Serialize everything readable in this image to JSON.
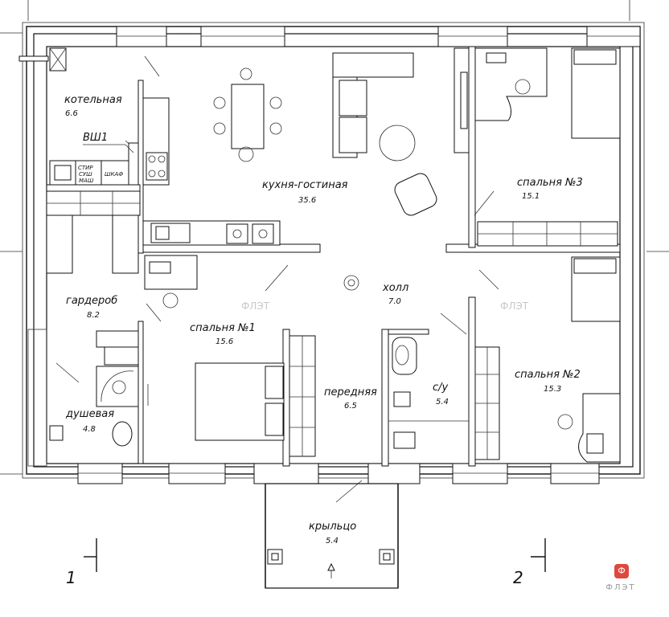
{
  "rooms": [
    {
      "id": "kotelnaya",
      "name": "котельная",
      "area": "6.6"
    },
    {
      "id": "kuhnya",
      "name": "кухня-гостиная",
      "area": "35.6"
    },
    {
      "id": "spalnya3",
      "name": "спальня №3",
      "area": "15.1"
    },
    {
      "id": "garderob",
      "name": "гардероб",
      "area": "8.2"
    },
    {
      "id": "spalnya1",
      "name": "спальня №1",
      "area": "15.6"
    },
    {
      "id": "holl",
      "name": "холл",
      "area": "7.0"
    },
    {
      "id": "perednyaya",
      "name": "передняя",
      "area": "6.5"
    },
    {
      "id": "su",
      "name": "с/у",
      "area": "5.4"
    },
    {
      "id": "spalnya2",
      "name": "спальня №2",
      "area": "15.3"
    },
    {
      "id": "dushevaya",
      "name": "душевая",
      "area": "4.8"
    },
    {
      "id": "kryltso",
      "name": "крыльцо",
      "area": "5.4"
    }
  ],
  "labels": {
    "panel": "ВШ1",
    "appliance_1": "СТИР",
    "appliance_2": "СУШ",
    "appliance_3": "МАШ",
    "appliance_4": "ШКАФ"
  },
  "section_marks": {
    "left": "1",
    "right": "2"
  },
  "watermark": "ФЛЭТ",
  "brand": {
    "logo": "Ф",
    "text": "ФЛЭТ",
    "color": "#e0483e"
  }
}
